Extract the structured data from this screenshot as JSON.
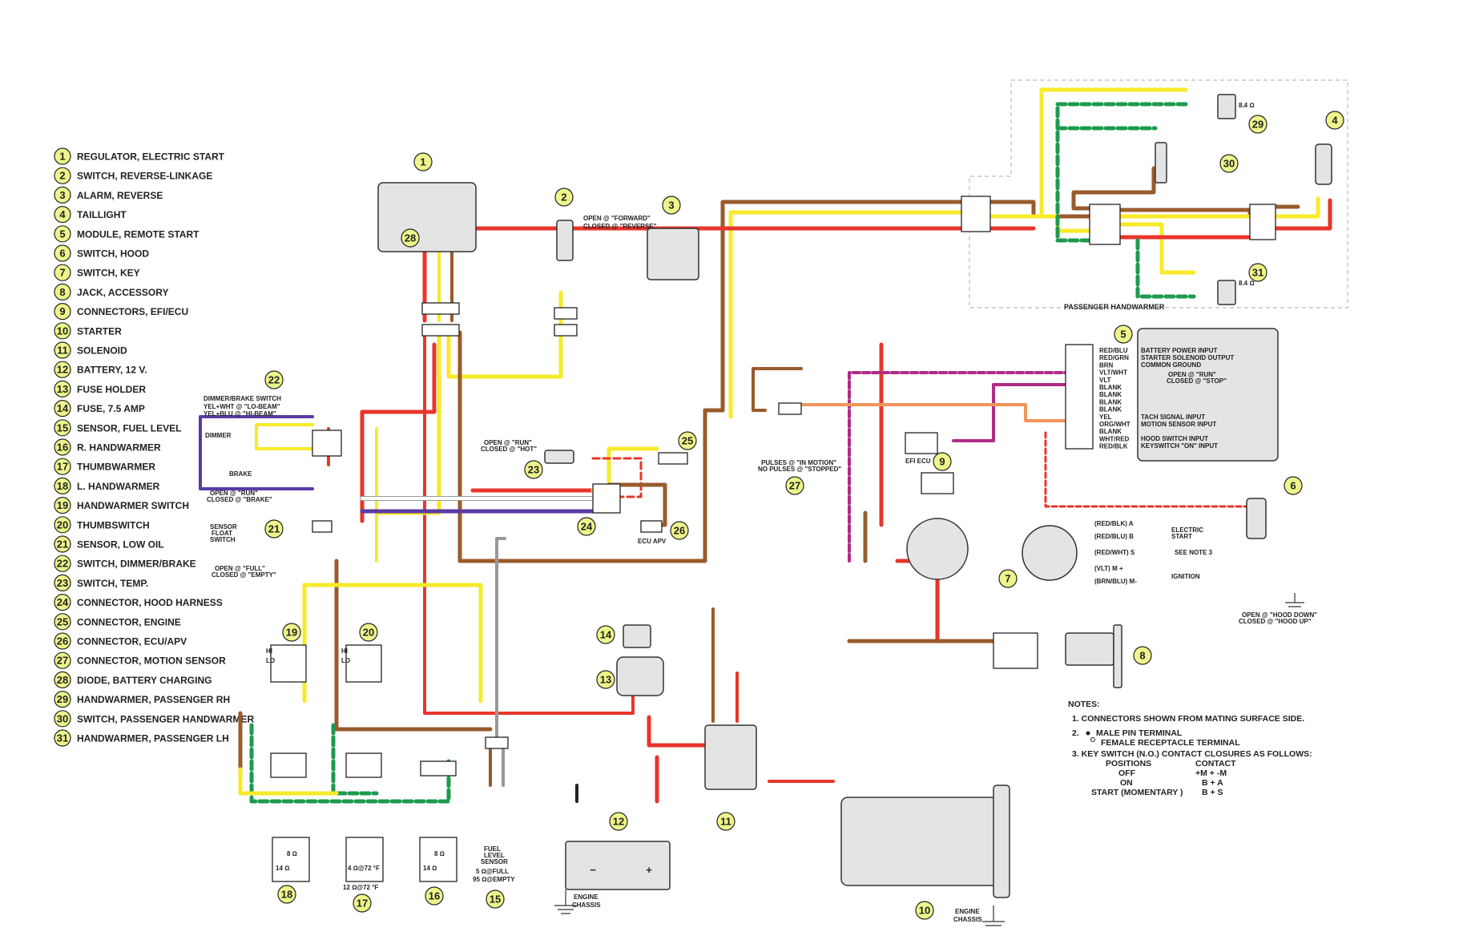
{
  "legend": [
    {
      "n": "1",
      "label": "REGULATOR, ELECTRIC START"
    },
    {
      "n": "2",
      "label": "SWITCH, REVERSE-LINKAGE"
    },
    {
      "n": "3",
      "label": "ALARM, REVERSE"
    },
    {
      "n": "4",
      "label": "TAILLIGHT"
    },
    {
      "n": "5",
      "label": "MODULE, REMOTE START"
    },
    {
      "n": "6",
      "label": "SWITCH, HOOD"
    },
    {
      "n": "7",
      "label": "SWITCH, KEY"
    },
    {
      "n": "8",
      "label": "JACK, ACCESSORY"
    },
    {
      "n": "9",
      "label": "CONNECTORS, EFI/ECU"
    },
    {
      "n": "10",
      "label": "STARTER"
    },
    {
      "n": "11",
      "label": "SOLENOID"
    },
    {
      "n": "12",
      "label": "BATTERY, 12 V."
    },
    {
      "n": "13",
      "label": "FUSE HOLDER"
    },
    {
      "n": "14",
      "label": "FUSE, 7.5 AMP"
    },
    {
      "n": "15",
      "label": "SENSOR, FUEL LEVEL"
    },
    {
      "n": "16",
      "label": "R. HANDWARMER"
    },
    {
      "n": "17",
      "label": "THUMBWARMER"
    },
    {
      "n": "18",
      "label": "L. HANDWARMER"
    },
    {
      "n": "19",
      "label": "HANDWARMER SWITCH"
    },
    {
      "n": "20",
      "label": "THUMBSWITCH"
    },
    {
      "n": "21",
      "label": "SENSOR, LOW OIL"
    },
    {
      "n": "22",
      "label": "SWITCH, DIMMER/BRAKE"
    },
    {
      "n": "23",
      "label": "SWITCH, TEMP."
    },
    {
      "n": "24",
      "label": "CONNECTOR, HOOD HARNESS"
    },
    {
      "n": "25",
      "label": "CONNECTOR, ENGINE"
    },
    {
      "n": "26",
      "label": "CONNECTOR, ECU/APV"
    },
    {
      "n": "27",
      "label": "CONNECTOR, MOTION SENSOR"
    },
    {
      "n": "28",
      "label": "DIODE, BATTERY CHARGING"
    },
    {
      "n": "29",
      "label": "HANDWARMER, PASSENGER RH"
    },
    {
      "n": "30",
      "label": "SWITCH, PASSENGER HANDWARMER"
    },
    {
      "n": "31",
      "label": "HANDWARMER, PASSENGER LH"
    }
  ],
  "component_numbers": [
    "1",
    "2",
    "3",
    "4",
    "5",
    "6",
    "7",
    "8",
    "9",
    "10",
    "11",
    "12",
    "13",
    "14",
    "15",
    "16",
    "17",
    "18",
    "19",
    "20",
    "21",
    "22",
    "23",
    "24",
    "25",
    "26",
    "27",
    "28",
    "29",
    "30",
    "31"
  ],
  "wire_colors": {
    "RED": "#e8352b",
    "YEL": "#f7ea2a",
    "BRN": "#9a5b2c",
    "GRN_WHT": "#1d9a4e",
    "BLU": "#5b3aa5",
    "VLT": "#b02a86",
    "ORG": "#f0955a",
    "GRY": "#999999",
    "WHT": "#ffffff",
    "BLK": "#222222"
  },
  "labels": {
    "passenger_handwarmer": "PASSENGER HANDWARMER",
    "reverse_switch": [
      "OPEN @ \"FORWARD\"",
      "CLOSED @ \"REVERSE\""
    ],
    "dimmer_title": "DIMMER/BRAKE SWITCH",
    "dimmer_lo": "YEL+WHT @ \"LO-BEAM\"",
    "dimmer_hi": "YEL+BLU @ \"HI-BEAM\"",
    "dimmer": "DIMMER",
    "brake": "BRAKE",
    "brake_state": [
      "OPEN @ \"RUN\"",
      "CLOSED @ \"BRAKE\""
    ],
    "temp_switch": [
      "OPEN @ \"RUN\"",
      "CLOSED @ \"HOT\""
    ],
    "sensor_float": [
      "SENSOR",
      "FLOAT",
      "SWITCH"
    ],
    "sensor_state": [
      "OPEN @ \"FULL\"",
      "CLOSED @ \"EMPTY\""
    ],
    "pulses": [
      "PULSES @ \"IN MOTION\"",
      "NO PULSES @ \"STOPPED\""
    ],
    "ecu_apv": "ECU APV",
    "efi_ecu": "EFI ECU",
    "module_pins": [
      "RED/BLU",
      "RED/GRN",
      "BRN",
      "VLT/WHT",
      "VLT",
      "BLANK",
      "BLANK",
      "BLANK",
      "BLANK",
      "YEL",
      "ORG/WHT",
      "BLANK",
      "WHT/RED",
      "RED/BLK"
    ],
    "module_functions": [
      "BATTERY POWER INPUT",
      "STARTER SOLENOID OUTPUT",
      "COMMON GROUND",
      "OPEN @ \"RUN\"",
      "CLOSED @ \"STOP\"",
      "TACH SIGNAL INPUT",
      "MOTION SENSOR INPUT",
      "HOOD SWITCH INPUT",
      "KEYSWITCH \"ON\" INPUT"
    ],
    "hood_state": [
      "OPEN @ \"HOOD DOWN\"",
      "CLOSED @ \"HOOD UP\""
    ],
    "key_terms": [
      "(RED/BLK) A",
      "(RED/BLU) B",
      "(RED/WHT) S",
      "(VLT) M +",
      "(BRN/BLU) M-"
    ],
    "key_funcs": [
      "ELECTRIC",
      "START",
      "SEE NOTE 3",
      "IGNITION"
    ],
    "fuel_sensor": [
      "FUEL",
      "LEVEL",
      "SENSOR",
      "5 Ω@FULL",
      "95 Ω@EMPTY"
    ],
    "engine_chassis": [
      "ENGINE",
      "CHASSIS"
    ],
    "ohm84": "8.4 Ω",
    "ohm14": "14 Ω",
    "ohm8": "8 Ω",
    "ohm4": "4 Ω@72 °F",
    "ohm12": "12 Ω@72 °F",
    "hi": "HI",
    "lo": "LO"
  },
  "notes": {
    "title": "NOTES:",
    "n1": "1.  CONNECTORS SHOWN FROM MATING SURFACE SIDE.",
    "n2a": "2.",
    "n2b": "MALE PIN TERMINAL",
    "n2c": "FEMALE RECEPTACLE TERMINAL",
    "n3": "3.  KEY SWITCH (N.O.) CONTACT CLOSURES AS FOLLOWS:",
    "col1": "POSITIONS",
    "col2": "CONTACT",
    "rows": [
      {
        "pos": "OFF",
        "contact": "+M + -M"
      },
      {
        "pos": "ON",
        "contact": "B + A"
      },
      {
        "pos": "START (MOMENTARY )",
        "contact": "B + S"
      }
    ]
  }
}
